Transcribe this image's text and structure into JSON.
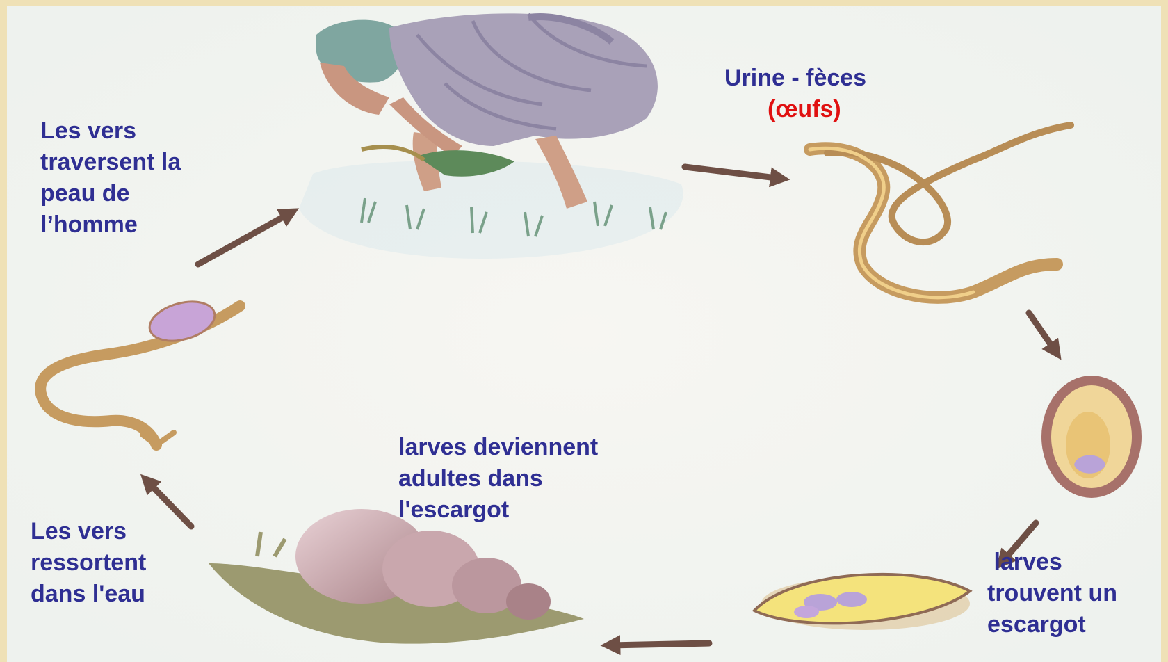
{
  "diagram": {
    "stages": [
      {
        "id": "human",
        "depiction": "person-planting-in-flooded-field"
      },
      {
        "id": "eggs",
        "depiction": "adult-worms"
      },
      {
        "id": "larva-in-egg",
        "depiction": "egg-with-larva"
      },
      {
        "id": "free-larva",
        "depiction": "ciliated-larva"
      },
      {
        "id": "snail",
        "depiction": "water-snail"
      },
      {
        "id": "cercaria",
        "depiction": "forked-tail-cercaria"
      }
    ],
    "labels": {
      "urine_line1": "Urine - fèces",
      "urine_line2": "(œufs)",
      "penetrate_line1": "Les vers",
      "penetrate_line2": "traversent la",
      "penetrate_line3": "peau de",
      "penetrate_line4": "l’homme",
      "snail_line1": "larves deviennent",
      "snail_line2": "adultes dans",
      "snail_line3": "l'escargot",
      "exit_line1": "Les vers",
      "exit_line2": "ressortent",
      "exit_line3": "dans l'eau",
      "find_line1": " larves",
      "find_line2": "trouvent un",
      "find_line3": "escargot"
    },
    "colors": {
      "text": "#2f2f93",
      "highlight": "#e01010",
      "frame": "#efe1b6",
      "background": "#f4f6f1",
      "arrow": "#6e4f45"
    }
  }
}
